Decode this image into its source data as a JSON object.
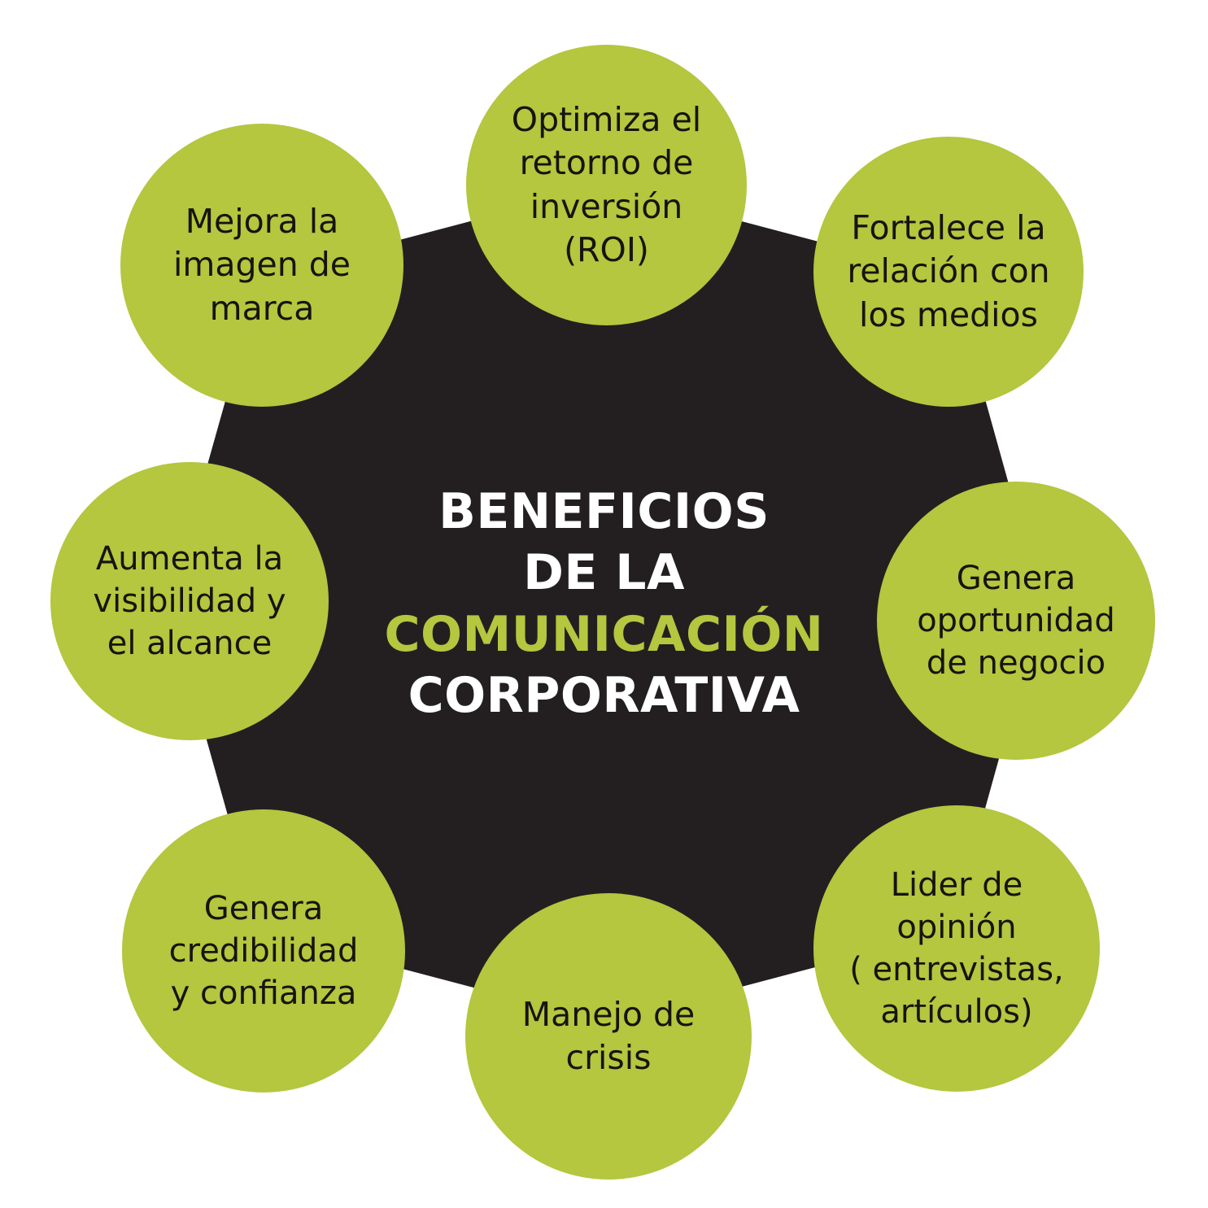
{
  "theme": {
    "background": "#ffffff",
    "hub_color": "#231f20",
    "accent_color": "#b5c63f",
    "bubble_text_color": "#16140f",
    "title_white": "#ffffff"
  },
  "center": {
    "title_lines": [
      {
        "text": "BENEFICIOS",
        "color": "white"
      },
      {
        "text": "DE LA",
        "color": "white"
      },
      {
        "text": "COMUNICACIÓN",
        "color": "accent"
      },
      {
        "text": "CORPORATIVA",
        "color": "white"
      }
    ],
    "line1": "BENEFICIOS",
    "line2": "DE LA",
    "line3": "COMUNICACIÓN",
    "line4": "CORPORATIVA",
    "full_title": "BENEFICIOS DE LA COMUNICACIÓN CORPORATIVA"
  },
  "bubbles": [
    {
      "id": "top",
      "label": "Optimiza el\nretorno de\ninversión\n(ROI)",
      "position": "top"
    },
    {
      "id": "top-right",
      "label": "Fortalece la\nrelación con\nlos medios",
      "position": "top-right"
    },
    {
      "id": "right",
      "label": "Genera\noportunidad\nde negocio",
      "position": "right"
    },
    {
      "id": "bot-right",
      "label": "Lider de\nopinión\n( entrevistas,\nartículos)",
      "position": "bottom-right"
    },
    {
      "id": "bottom",
      "label": "Manejo de\ncrisis",
      "position": "bottom"
    },
    {
      "id": "bot-left",
      "label": "Genera\ncredibilidad\ny confianza",
      "position": "bottom-left"
    },
    {
      "id": "left",
      "label": "Aumenta la\nvisibilidad y\nel alcance",
      "position": "left"
    },
    {
      "id": "top-left",
      "label": "Mejora la\nimagen de\nmarca",
      "position": "top-left"
    }
  ],
  "chart_data": {
    "type": "diagram",
    "diagram_kind": "hub-and-spoke radial bubble chart",
    "title": "BENEFICIOS DE LA COMUNICACIÓN CORPORATIVA",
    "hub_shape": "octagon",
    "node_count": 8,
    "nodes": [
      "Optimiza el retorno de inversión (ROI)",
      "Fortalece la relación con los medios",
      "Genera oportunidad de negocio",
      "Lider de opinión ( entrevistas, artículos)",
      "Manejo de crisis",
      "Genera credibilidad y confianza",
      "Aumenta la visibilidad y el alcance",
      "Mejora la imagen de marca"
    ]
  }
}
